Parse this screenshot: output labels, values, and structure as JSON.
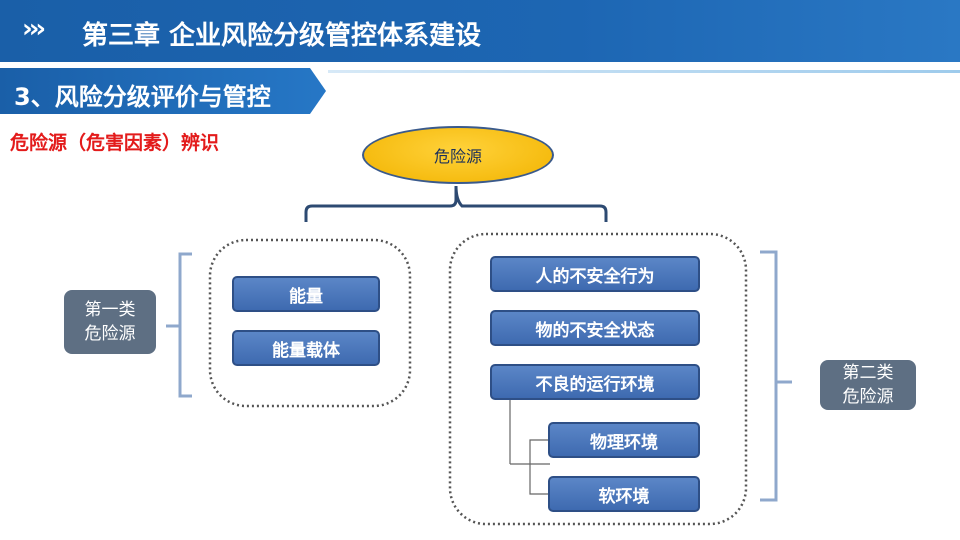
{
  "header": {
    "chevrons": "›››",
    "title": "第三章 企业风险分级管控体系建设"
  },
  "section": {
    "label": "3、风险分级评价与管控"
  },
  "subtitle": "危险源（危害因素）辨识",
  "diagram": {
    "root": "危险源",
    "first_category": {
      "line1": "第一类",
      "line2": "危险源",
      "items": [
        "能量",
        "能量载体"
      ]
    },
    "second_category": {
      "line1": "第二类",
      "line2": "危险源",
      "items": [
        "人的不安全行为",
        "物的不安全状态",
        "不良的运行环境"
      ],
      "subitems": [
        "物理环境",
        "软环境"
      ]
    }
  },
  "colors": {
    "header_blue": "#1d66b3",
    "node_blue": "#4a76bb",
    "root_yellow": "#f7c31a",
    "category_gray": "#5e6f83",
    "subtitle_red": "#e31b1b"
  }
}
